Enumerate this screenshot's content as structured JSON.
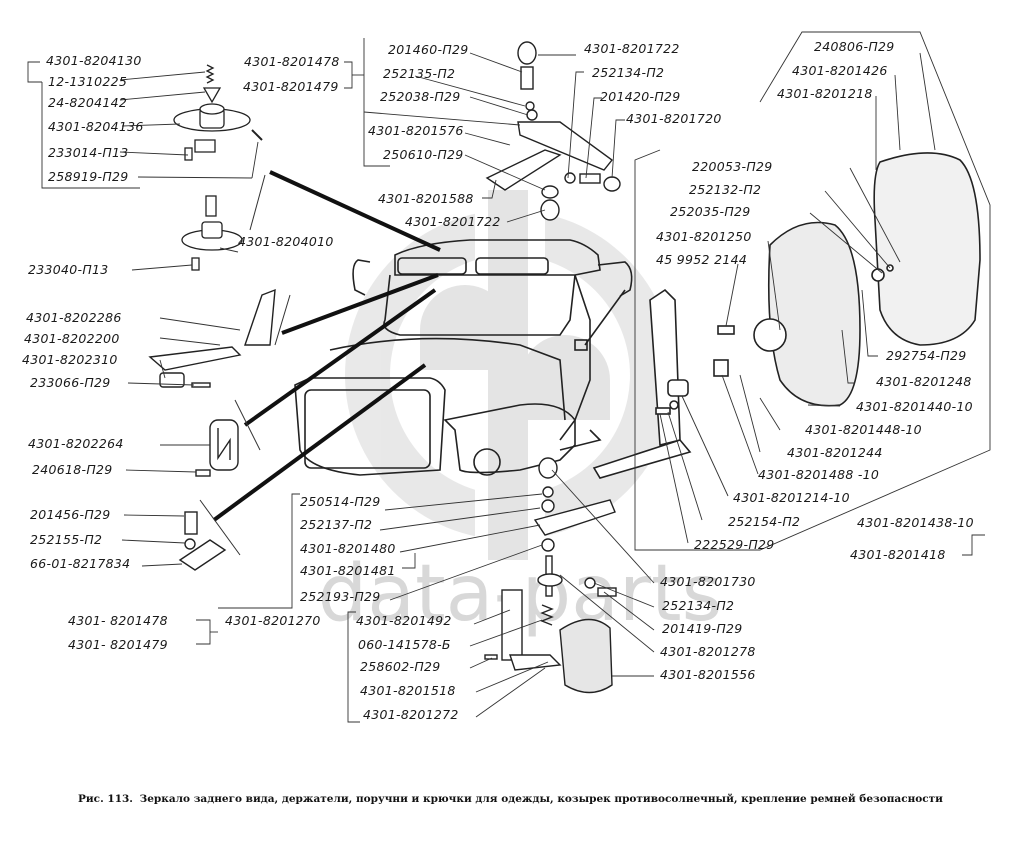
{
  "figure": {
    "caption_number": "Рис. 113.",
    "caption_text": "Зеркало заднего вида, держатели, поручни и крючки для одежды, козырек противосолнечный, крепление ремней безопасности",
    "watermark": "data-parts"
  },
  "groups": {
    "coat_hook": {
      "assembly": "4301-8204130",
      "parts": [
        "12-1310225",
        "24-8204142",
        "4301-8204136",
        "233014-П13",
        "258919-П29"
      ]
    },
    "coat_hook_2": {
      "assembly": "4301-8204010",
      "parts": [
        "233040-П13"
      ]
    },
    "handrail": {
      "parts": [
        "4301-8202286",
        "4301-8202200",
        "4301-8202310",
        "233066-П29"
      ]
    },
    "sun_visor_holder": {
      "parts": [
        "4301-8202264",
        "240618-П29"
      ]
    },
    "belt_mount": {
      "parts": [
        "201456-П29",
        "252155-П2",
        "66-01-8217834"
      ]
    },
    "top_mirror_bracket": {
      "assemblies": [
        "4301-8201478",
        "4301-8201479"
      ],
      "parts": [
        "201460-П29",
        "252135-П2",
        "252038-П29",
        "4301-8201576",
        "250610-П29",
        "4301-8201588",
        "4301-8201722"
      ],
      "right_parts": [
        "4301-8201722",
        "252134-П2",
        "201420-П29",
        "4301-8201720"
      ]
    },
    "mirror": {
      "assemblies": [
        "4301-8201438-10",
        "4301-8201418"
      ],
      "outer_parts": [
        "240806-П29",
        "4301-8201426",
        "4301-8201218"
      ],
      "inner_parts": [
        "220053-П29",
        "252132-П2",
        "252035-П29",
        "4301-8201250",
        "45 9952 2144"
      ],
      "right_parts": [
        "292754-П29",
        "4301-8201248",
        "4301-8201440-10"
      ],
      "lower_parts": [
        "4301-8201448-10",
        "4301-8201244",
        "4301-8201488 -10",
        "4301-8201214-10",
        "252154-П2",
        "222529-П29"
      ]
    },
    "lower_mirror_bracket": {
      "assemblies_left": [
        "4301- 8201478",
        "4301- 8201479"
      ],
      "sub_assembly": "4301-8201270",
      "parts": [
        "250514-П29",
        "252137-П2",
        "4301-8201480",
        "4301-8201481",
        "252193-П29"
      ],
      "inner_parts": [
        "4301-8201492",
        "060-141578-Б",
        "258602-П29",
        "4301-8201518",
        "4301-8201272"
      ],
      "right_parts": [
        "4301-8201730",
        "252134-П2",
        "201419-П29",
        "4301-8201278",
        "4301-8201556"
      ]
    }
  }
}
